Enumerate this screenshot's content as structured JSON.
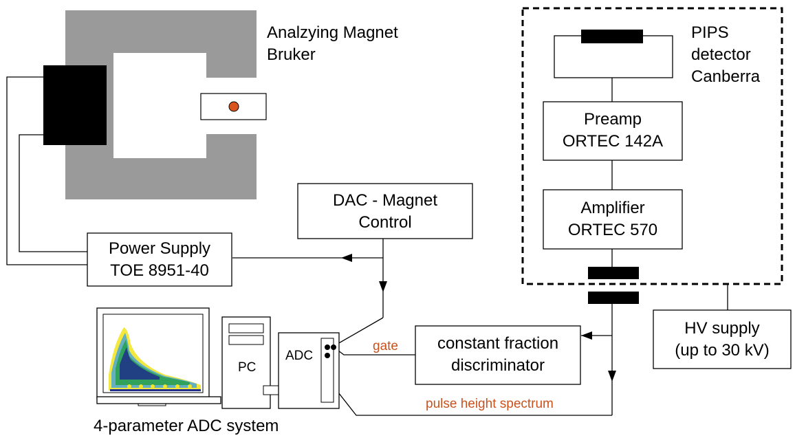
{
  "colors": {
    "magnet_yoke": "#9a9a9a",
    "coil": "#000000",
    "signal_label": "#c8521e",
    "beam_dot": "#d9541e"
  },
  "labels": {
    "magnet_line1": "Analzying Magnet",
    "magnet_line2": "Bruker",
    "pips_line1": "PIPS",
    "pips_line2": "detector",
    "pips_line3": "Canberra",
    "preamp_line1": "Preamp",
    "preamp_line2": "ORTEC 142A",
    "amp_line1": "Amplifier",
    "amp_line2": "ORTEC 570",
    "dac_line1": "DAC - Magnet",
    "dac_line2": "Control",
    "psu_line1": "Power Supply",
    "psu_line2": "TOE 8951-40",
    "hv_line1": "HV supply",
    "hv_line2": "(up to 30 kV)",
    "cfd_line1": "constant fraction",
    "cfd_line2": "discriminator",
    "gate": "gate",
    "pulse_height": "pulse height spectrum",
    "pc": "PC",
    "adc": "ADC",
    "system_caption": "4-parameter ADC system"
  },
  "icons": {
    "monitor": "monitor-icon",
    "tower": "pc-tower-icon",
    "keyboard": "keyboard-icon"
  }
}
